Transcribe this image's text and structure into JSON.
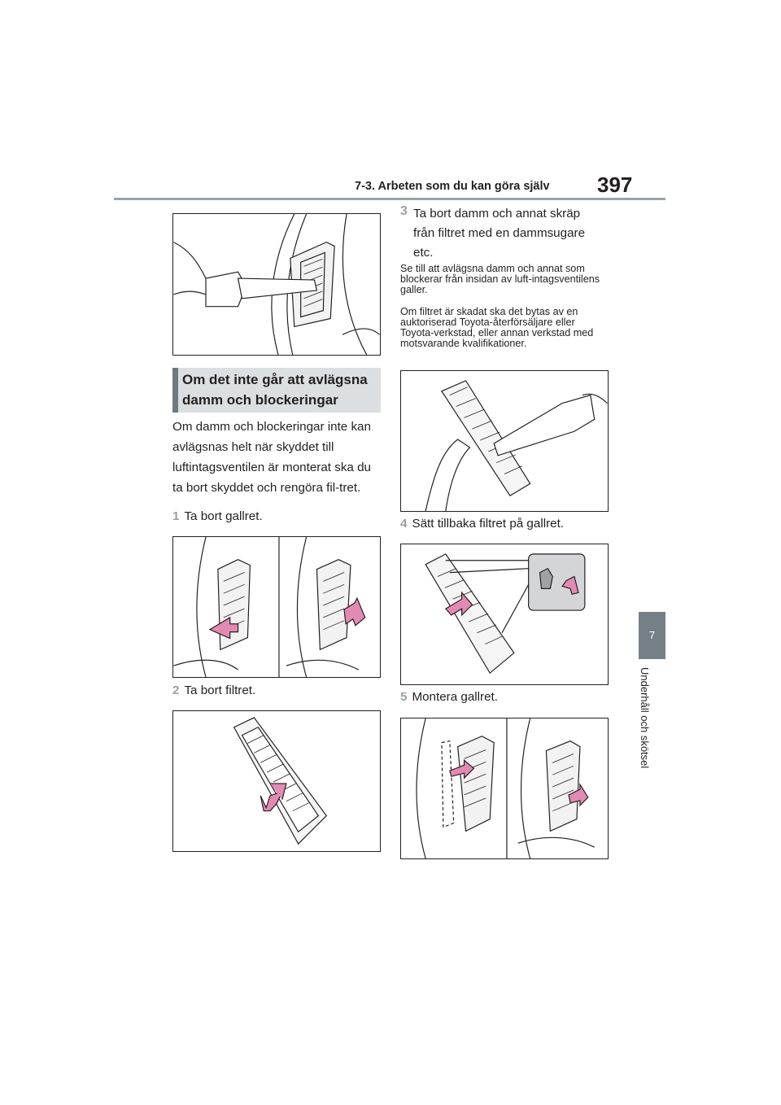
{
  "header": {
    "section_title": "7-3. Arbeten som du kan göra själv",
    "page_number": "397"
  },
  "side_tab": {
    "chapter": "7",
    "label": "Underhåll och skötsel"
  },
  "section": {
    "title": "Om det inte går att avlägsna damm och blockeringar"
  },
  "intro": "Om damm och blockeringar inte kan avlägsnas helt när skyddet till luftintagsventilen är monterat ska du ta bort skyddet och rengöra fil-tret.",
  "steps": [
    {
      "num": "1",
      "text": "Ta bort gallret."
    },
    {
      "num": "2",
      "text": "Ta bort filtret."
    },
    {
      "num": "3",
      "text": "Ta bort damm och annat skräp från filtret med en dammsugare etc."
    },
    {
      "num": "4",
      "text": "Sätt tillbaka filtret på gallret."
    },
    {
      "num": "5",
      "text": "Montera gallret."
    }
  ],
  "notes": [
    "Se till att avlägsna damm och annat som blockerar från insidan av luft-intagsventilens galler.",
    "Om filtret är skadat ska det bytas av en auktoriserad Toyota-återförsäljare eller Toyota-verkstad, eller annan verkstad med motsvarande kvalifikationer."
  ],
  "colors": {
    "arrow": "#e28ab4",
    "arrow_outline": "#231f20",
    "tab": "#757f86",
    "section_bg": "#dcdfe1",
    "step_number": "#9aa0a4"
  },
  "figures": [
    {
      "id": "fig-vacuum-grille",
      "icon": "vacuum-on-grille-illustration"
    },
    {
      "id": "fig-remove-grille",
      "icon": "remove-grille-illustration"
    },
    {
      "id": "fig-remove-filter",
      "icon": "remove-filter-illustration"
    },
    {
      "id": "fig-vacuum-filter",
      "icon": "vacuum-filter-illustration"
    },
    {
      "id": "fig-reinstall-filter",
      "icon": "reinstall-filter-illustration"
    },
    {
      "id": "fig-mount-grille",
      "icon": "mount-grille-illustration"
    }
  ]
}
